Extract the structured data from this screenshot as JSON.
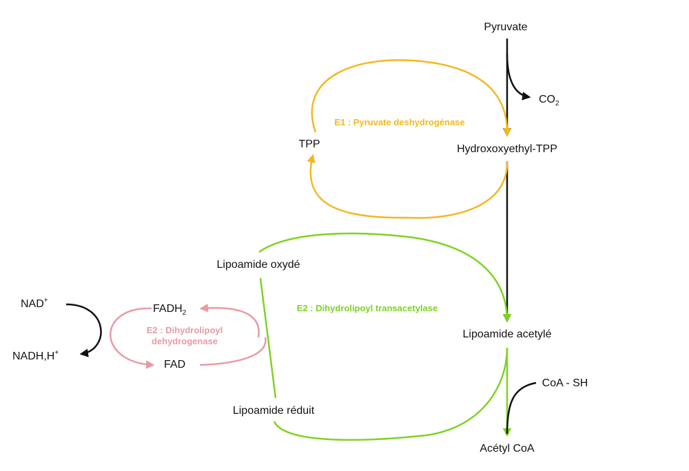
{
  "colors": {
    "main": "#111111",
    "e1": "#f2b81e",
    "e2_transacetylase": "#7ed321",
    "e2_dehydrogenase": "#e89aa3"
  },
  "nodes": {
    "pyruvate": "Pyruvate",
    "co2_main": "CO",
    "co2_sub": "2",
    "tpp": "TPP",
    "hydroxyethyl_tpp": "Hydroxoxyethyl-TPP",
    "lipoamide_oxyde": "Lipoamide oxydé",
    "lipoamide_acetyle": "Lipoamide acetylé",
    "lipoamide_reduit": "Lipoamide réduit",
    "coa_sh": "CoA - SH",
    "acetyl_coa": "Acétyl CoA",
    "fadh2_main": "FADH",
    "fadh2_sub": "2",
    "fad": "FAD",
    "nad_main": "NAD",
    "nad_sup": "+",
    "nadh_main": "NADH,H",
    "nadh_sup": "+"
  },
  "enzymes": {
    "e1": "E1 : Pyruvate deshydrogénase",
    "e2_transacetylase": "E2 : Dihydrolipoyl transacetylase",
    "e2_dehydrogenase_line1": "E2 : Dihydrolipoyl",
    "e2_dehydrogenase_line2": "dehydrogenase"
  }
}
